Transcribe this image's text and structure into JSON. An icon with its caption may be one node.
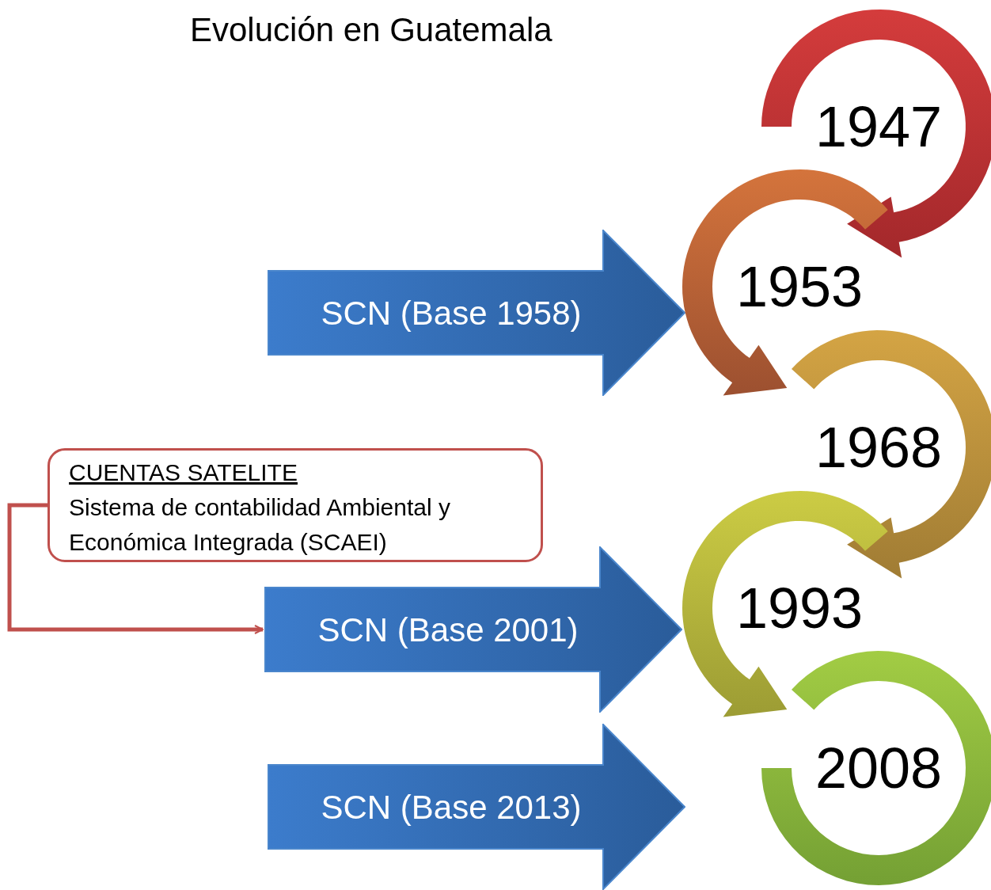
{
  "diagram": {
    "title": "Evolución en Guatemala",
    "nodes": [
      {
        "text": [
          "CUENTAS SATELITE",
          "Sistema de contabilidad Ambiental y Económica Integrada (SCAEI)"
        ]
      },
      {
        "text": [
          "SCN (Base 1958)"
        ]
      },
      {
        "text": [
          "SCN (Base 2001)"
        ]
      },
      {
        "text": [
          "SCN (Base 2013)"
        ]
      },
      {
        "text": [
          "1947"
        ]
      },
      {
        "text": [
          "1953"
        ]
      },
      {
        "text": [
          "1968"
        ]
      },
      {
        "text": [
          "1993"
        ]
      },
      {
        "text": [
          "2008"
        ]
      }
    ],
    "edges": [
      {
        "from": 0,
        "to": 2,
        "arrow": "to"
      }
    ]
  }
}
